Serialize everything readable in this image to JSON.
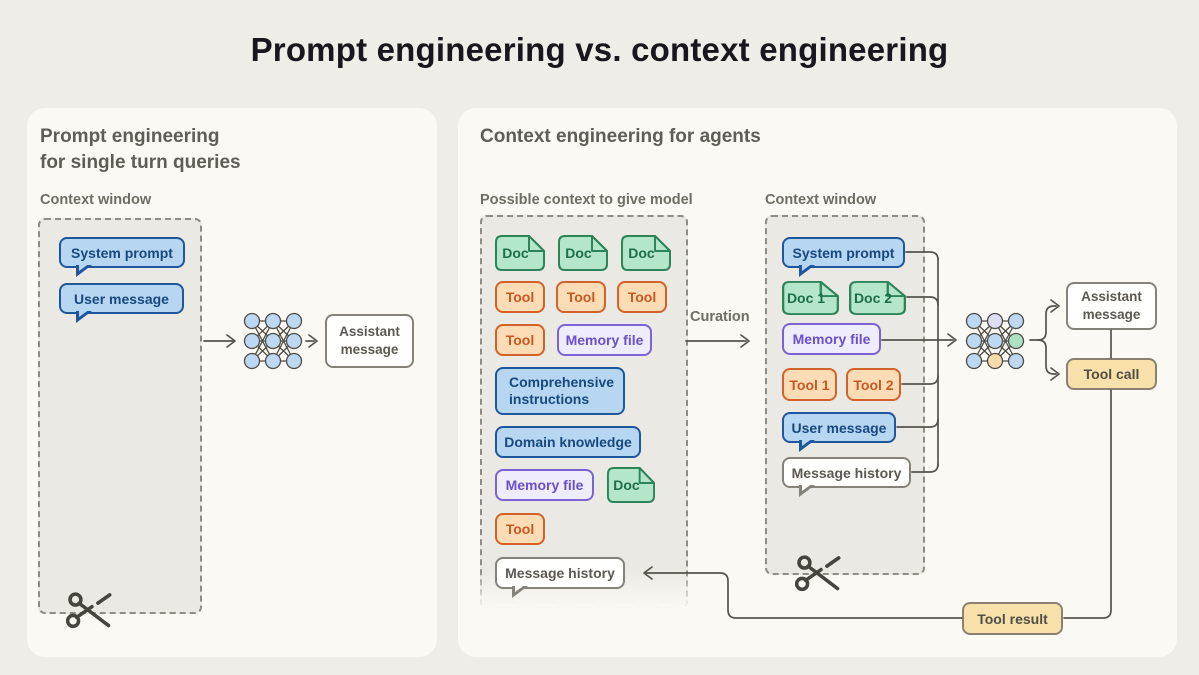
{
  "title": "Prompt engineering vs. context engineering",
  "colors": {
    "background": "#efede7",
    "card": "#faf9f4",
    "box_fill": "#ebe9e3",
    "blue_fill": "#b7d6f2",
    "blue_border": "#1e579c",
    "green_fill": "#b4e6ca",
    "green_border": "#2d8459",
    "orange_fill": "#fcdcb4",
    "orange_border": "#d2622b",
    "purple_fill": "#efecfd",
    "purple_border": "#7d62d3",
    "tan_fill": "#f7e0aa",
    "tan_border": "#8a8173",
    "line": "#55534b"
  },
  "left": {
    "heading1": "Prompt engineering",
    "heading2": "for single turn queries",
    "window_label": "Context window",
    "chips": [
      {
        "label": "System prompt",
        "type": "system-prompt"
      },
      {
        "label": "User message",
        "type": "user-message"
      }
    ],
    "assistant_label": "Assistant message"
  },
  "right": {
    "heading": "Context engineering for agents",
    "possible_label": "Possible context to give model",
    "curation_label": "Curation",
    "window_label": "Context window",
    "possible": [
      {
        "label": "Doc"
      },
      {
        "label": "Doc"
      },
      {
        "label": "Doc"
      },
      {
        "label": "Tool"
      },
      {
        "label": "Tool"
      },
      {
        "label": "Tool"
      },
      {
        "label": "Tool"
      },
      {
        "label": "Memory file"
      },
      {
        "label": "Comprehensive instructions"
      },
      {
        "label": "Domain knowledge"
      },
      {
        "label": "Memory file"
      },
      {
        "label": "Doc"
      },
      {
        "label": "Tool"
      },
      {
        "label": "Message history"
      }
    ],
    "window": [
      {
        "label": "System prompt"
      },
      {
        "label": "Doc 1"
      },
      {
        "label": "Doc 2"
      },
      {
        "label": "Memory file"
      },
      {
        "label": "Tool 1"
      },
      {
        "label": "Tool 2"
      },
      {
        "label": "User message"
      },
      {
        "label": "Message history"
      }
    ],
    "assistant_label": "Assistant message",
    "tool_call_label": "Tool call",
    "tool_result_label": "Tool result"
  }
}
